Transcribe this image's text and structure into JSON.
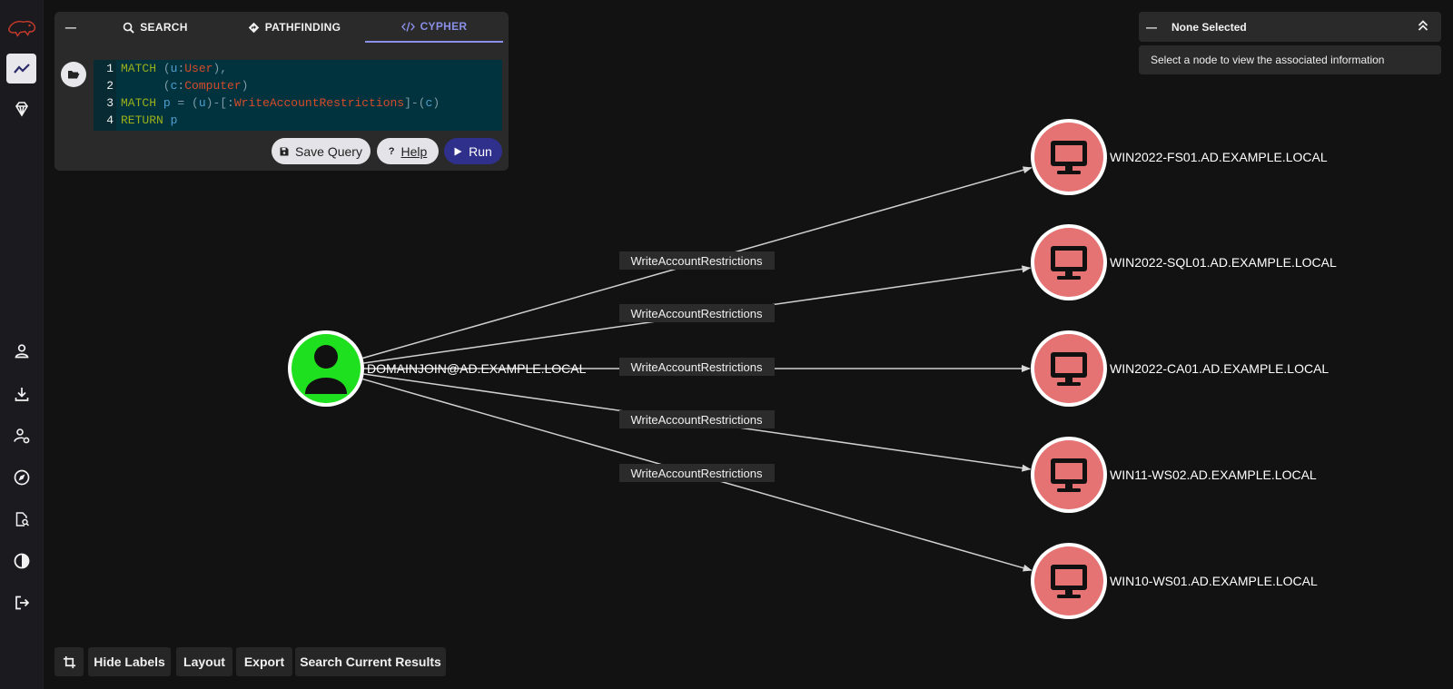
{
  "nav": {
    "items": [
      "logo",
      "cypher-explore",
      "gem",
      "user",
      "download",
      "user-gear",
      "compass",
      "file-search",
      "contrast",
      "logout"
    ]
  },
  "query": {
    "tabs": {
      "collapse": "—",
      "search": "SEARCH",
      "pathfinding": "PATHFINDING",
      "cypher": "CYPHER"
    },
    "lines": [
      {
        "n": "1",
        "tokens": [
          [
            "kw",
            "MATCH"
          ],
          [
            "pun",
            " ("
          ],
          [
            "var",
            "u"
          ],
          [
            "pun",
            ":"
          ],
          [
            "lbl",
            "User"
          ],
          [
            "pun",
            "),"
          ]
        ]
      },
      {
        "n": "2",
        "tokens": [
          [
            "pun",
            "      ("
          ],
          [
            "var",
            "c"
          ],
          [
            "pun",
            ":"
          ],
          [
            "lbl",
            "Computer"
          ],
          [
            "pun",
            ")"
          ]
        ]
      },
      {
        "n": "3",
        "tokens": [
          [
            "kw",
            "MATCH"
          ],
          [
            "var",
            " p"
          ],
          [
            "pun",
            " = ("
          ],
          [
            "var",
            "u"
          ],
          [
            "pun",
            ")-[:"
          ],
          [
            "lbl",
            "WriteAccountRestrictions"
          ],
          [
            "pun",
            "]-("
          ],
          [
            "var",
            "c"
          ],
          [
            "pun",
            ")"
          ]
        ]
      },
      {
        "n": "4",
        "tokens": [
          [
            "kw",
            "RETURN"
          ],
          [
            "var",
            " p"
          ]
        ]
      }
    ],
    "save_label": "Save Query",
    "help_label": "Help",
    "run_label": "Run"
  },
  "info": {
    "title": "None Selected",
    "message": "Select a node to view the associated information"
  },
  "graph": {
    "source": {
      "name": "DOMAINJOIN@AD.EXAMPLE.LOCAL",
      "type": "User",
      "color": "#1fe01f"
    },
    "edge_label": "WriteAccountRestrictions",
    "targets": [
      {
        "name": "WIN2022-FS01.AD.EXAMPLE.LOCAL",
        "type": "Computer"
      },
      {
        "name": "WIN2022-SQL01.AD.EXAMPLE.LOCAL",
        "type": "Computer"
      },
      {
        "name": "WIN2022-CA01.AD.EXAMPLE.LOCAL",
        "type": "Computer"
      },
      {
        "name": "WIN11-WS02.AD.EXAMPLE.LOCAL",
        "type": "Computer"
      },
      {
        "name": "WIN10-WS01.AD.EXAMPLE.LOCAL",
        "type": "Computer"
      }
    ],
    "target_color": "#e57373"
  },
  "toolbar": {
    "hide_labels": "Hide Labels",
    "layout": "Layout",
    "export": "Export",
    "search_results": "Search Current Results"
  }
}
